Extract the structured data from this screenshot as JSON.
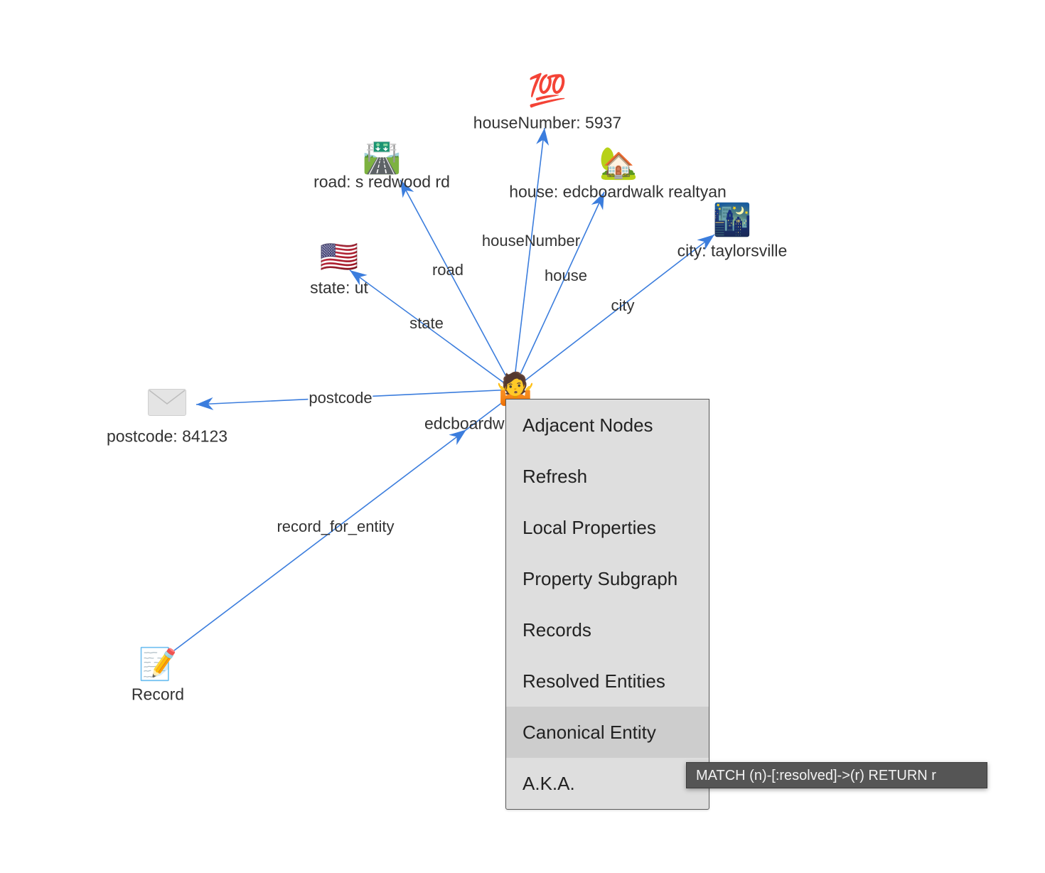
{
  "colors": {
    "edge": "#3b7ddd",
    "menu_bg": "#dedede",
    "menu_hover": "#cdcdcd",
    "tooltip_bg": "#555555"
  },
  "center_node": {
    "icon": "person-shrugging-icon",
    "glyph": "🤷"
  },
  "nodes": [
    {
      "id": "houseNumber",
      "icon": "hundred-points-icon",
      "glyph": "💯",
      "label": "houseNumber: 5937",
      "edge_label": "houseNumber"
    },
    {
      "id": "road",
      "icon": "motorway-icon",
      "glyph": "🛣️",
      "label": "road: s redwood rd",
      "edge_label": "road"
    },
    {
      "id": "house",
      "icon": "house-with-garden-icon",
      "glyph": "🏡",
      "label": "house: edcboardwalk realtyan",
      "edge_label": "house"
    },
    {
      "id": "city",
      "icon": "night-with-stars-icon",
      "glyph": "🌃",
      "label": "city: taylorsville",
      "edge_label": "city"
    },
    {
      "id": "state",
      "icon": "us-flag-icon",
      "glyph": "🇺🇸",
      "label": "state: ut",
      "edge_label": "state"
    },
    {
      "id": "postcode",
      "icon": "envelope-icon",
      "glyph": "✉️",
      "label": "postcode: 84123",
      "edge_label": "postcode"
    },
    {
      "id": "record",
      "icon": "memo-icon",
      "glyph": "📝",
      "label": "Record",
      "edge_label": "record_for_entity"
    }
  ],
  "center_label_partial": "edcboardw",
  "context_menu": {
    "items": [
      {
        "label": "Adjacent Nodes"
      },
      {
        "label": "Refresh"
      },
      {
        "label": "Local Properties"
      },
      {
        "label": "Property Subgraph"
      },
      {
        "label": "Records"
      },
      {
        "label": "Resolved Entities"
      },
      {
        "label": "Canonical Entity",
        "hovered": true
      },
      {
        "label": "A.K.A."
      }
    ]
  },
  "tooltip": {
    "text": "MATCH (n)-[:resolved]->(r) RETURN r"
  }
}
